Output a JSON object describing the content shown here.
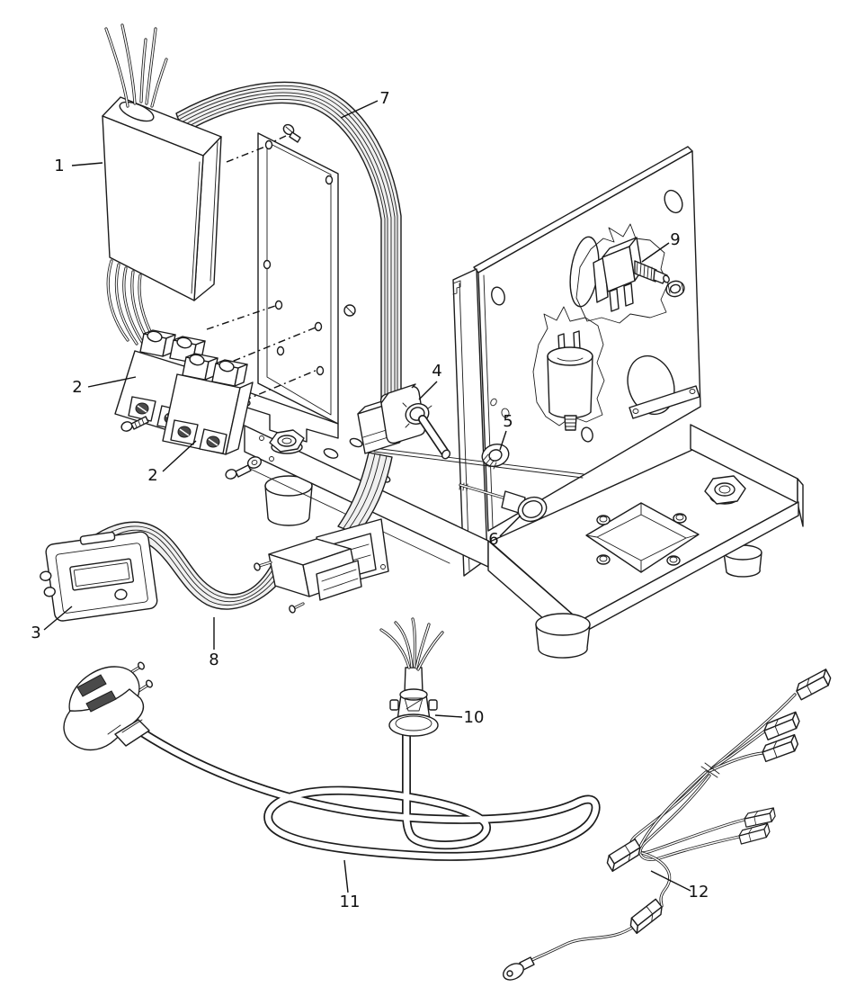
{
  "figure": {
    "type": "exploded-parts-diagram",
    "background": "#ffffff",
    "line_color": "#1c1c1c"
  },
  "callouts": [
    {
      "label": "1",
      "target": "control-box"
    },
    {
      "label": "2",
      "target": "relay-block-rear"
    },
    {
      "label": "2",
      "target": "relay-block-front"
    },
    {
      "label": "3",
      "target": "display-module"
    },
    {
      "label": "4",
      "target": "toggle-switch"
    },
    {
      "label": "5",
      "target": "grommet"
    },
    {
      "label": "6",
      "target": "push-button"
    },
    {
      "label": "7",
      "target": "ribbon-cable"
    },
    {
      "label": "8",
      "target": "display-cable"
    },
    {
      "label": "9",
      "target": "solenoid-valve"
    },
    {
      "label": "10",
      "target": "cable-gland"
    },
    {
      "label": "11",
      "target": "power-cord"
    },
    {
      "label": "12",
      "target": "wiring-harness"
    }
  ]
}
